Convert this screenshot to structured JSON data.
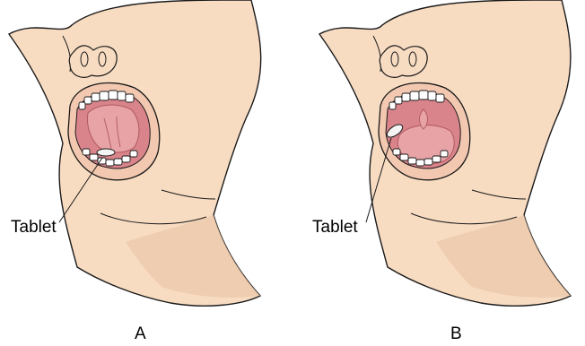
{
  "figure": {
    "panels": [
      {
        "tablet_label": "Tablet",
        "panel_letter": "A",
        "tablet_position": "under tongue"
      },
      {
        "tablet_label": "Tablet",
        "panel_letter": "B",
        "tablet_position": "between cheek and gum"
      }
    ],
    "colors": {
      "skin": "#f8dcc2",
      "skin_shadow": "#ecc9ab",
      "mouth_interior": "#d9848a",
      "tongue": "#e7a3a6",
      "teeth": "#ffffff",
      "outline": "#1a1a1a"
    }
  }
}
